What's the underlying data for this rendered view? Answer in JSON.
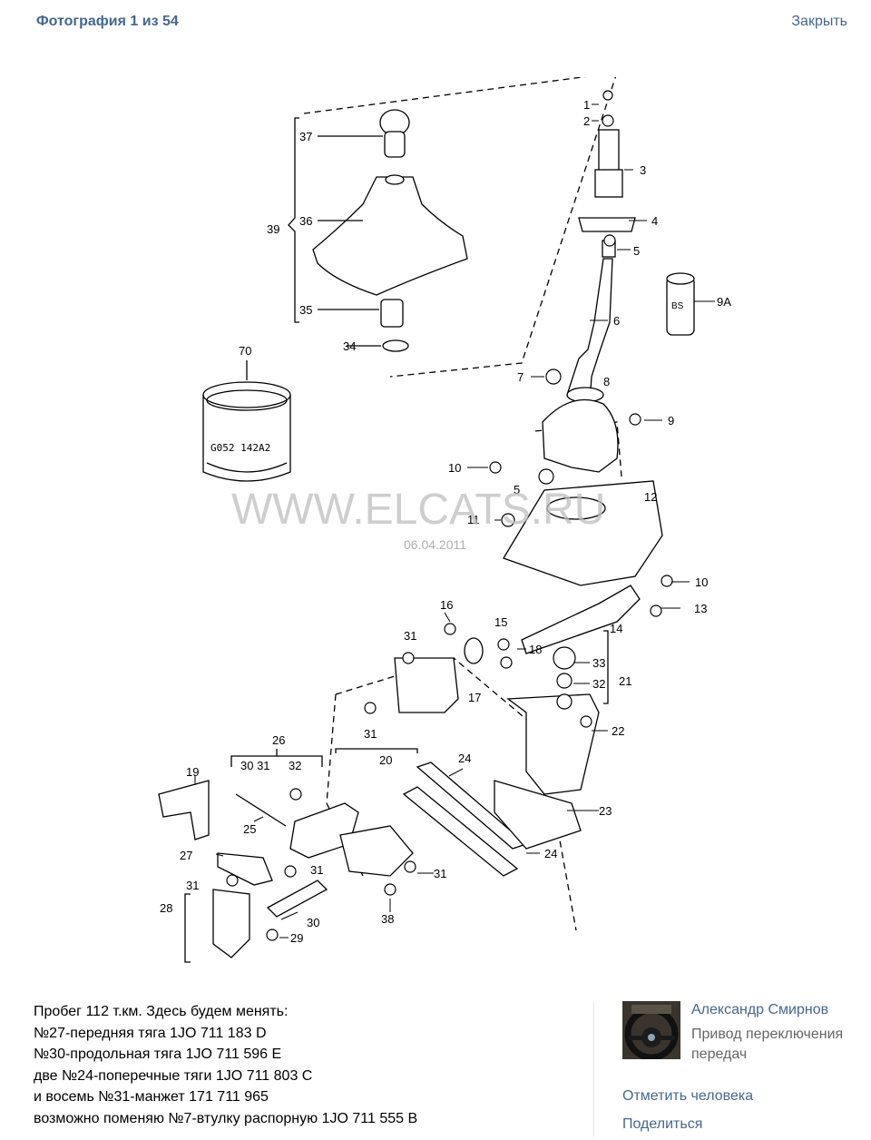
{
  "header": {
    "photo_counter": "Фотография 1 из 54",
    "close_label": "Закрыть"
  },
  "photo": {
    "watermark": "WWW.ELCATS.RU",
    "watermark_date": "06.04.2011",
    "canister_label": "G052 142A2",
    "spray_label": "BS",
    "part_labels": [
      "1",
      "2",
      "3",
      "4",
      "5",
      "6",
      "7",
      "8",
      "9",
      "9A",
      "10",
      "11",
      "12",
      "13",
      "14",
      "15",
      "16",
      "17",
      "18",
      "19",
      "20",
      "21",
      "22",
      "23",
      "24",
      "25",
      "26",
      "27",
      "28",
      "29",
      "30",
      "31",
      "32",
      "33",
      "34",
      "35",
      "36",
      "37",
      "38",
      "39",
      "70"
    ],
    "group_26_sub": "30 31"
  },
  "description": {
    "lines": [
      "Пробег 112 т.км. Здесь будем менять:",
      "№27-передняя тяга 1JO 711 183 D",
      "№30-продольная тяга 1JO 711 596 E",
      "две №24-поперечные тяги 1JO 711 803 C",
      "и восемь №31-манжет 171 711 965",
      "возможно поменяю №7-втулку распорную 1JO 711 555 B"
    ]
  },
  "sidebar": {
    "author": "Александр Смирнов",
    "album": "Привод переключения передач",
    "tag_person": "Отметить человека",
    "share": "Поделиться"
  }
}
